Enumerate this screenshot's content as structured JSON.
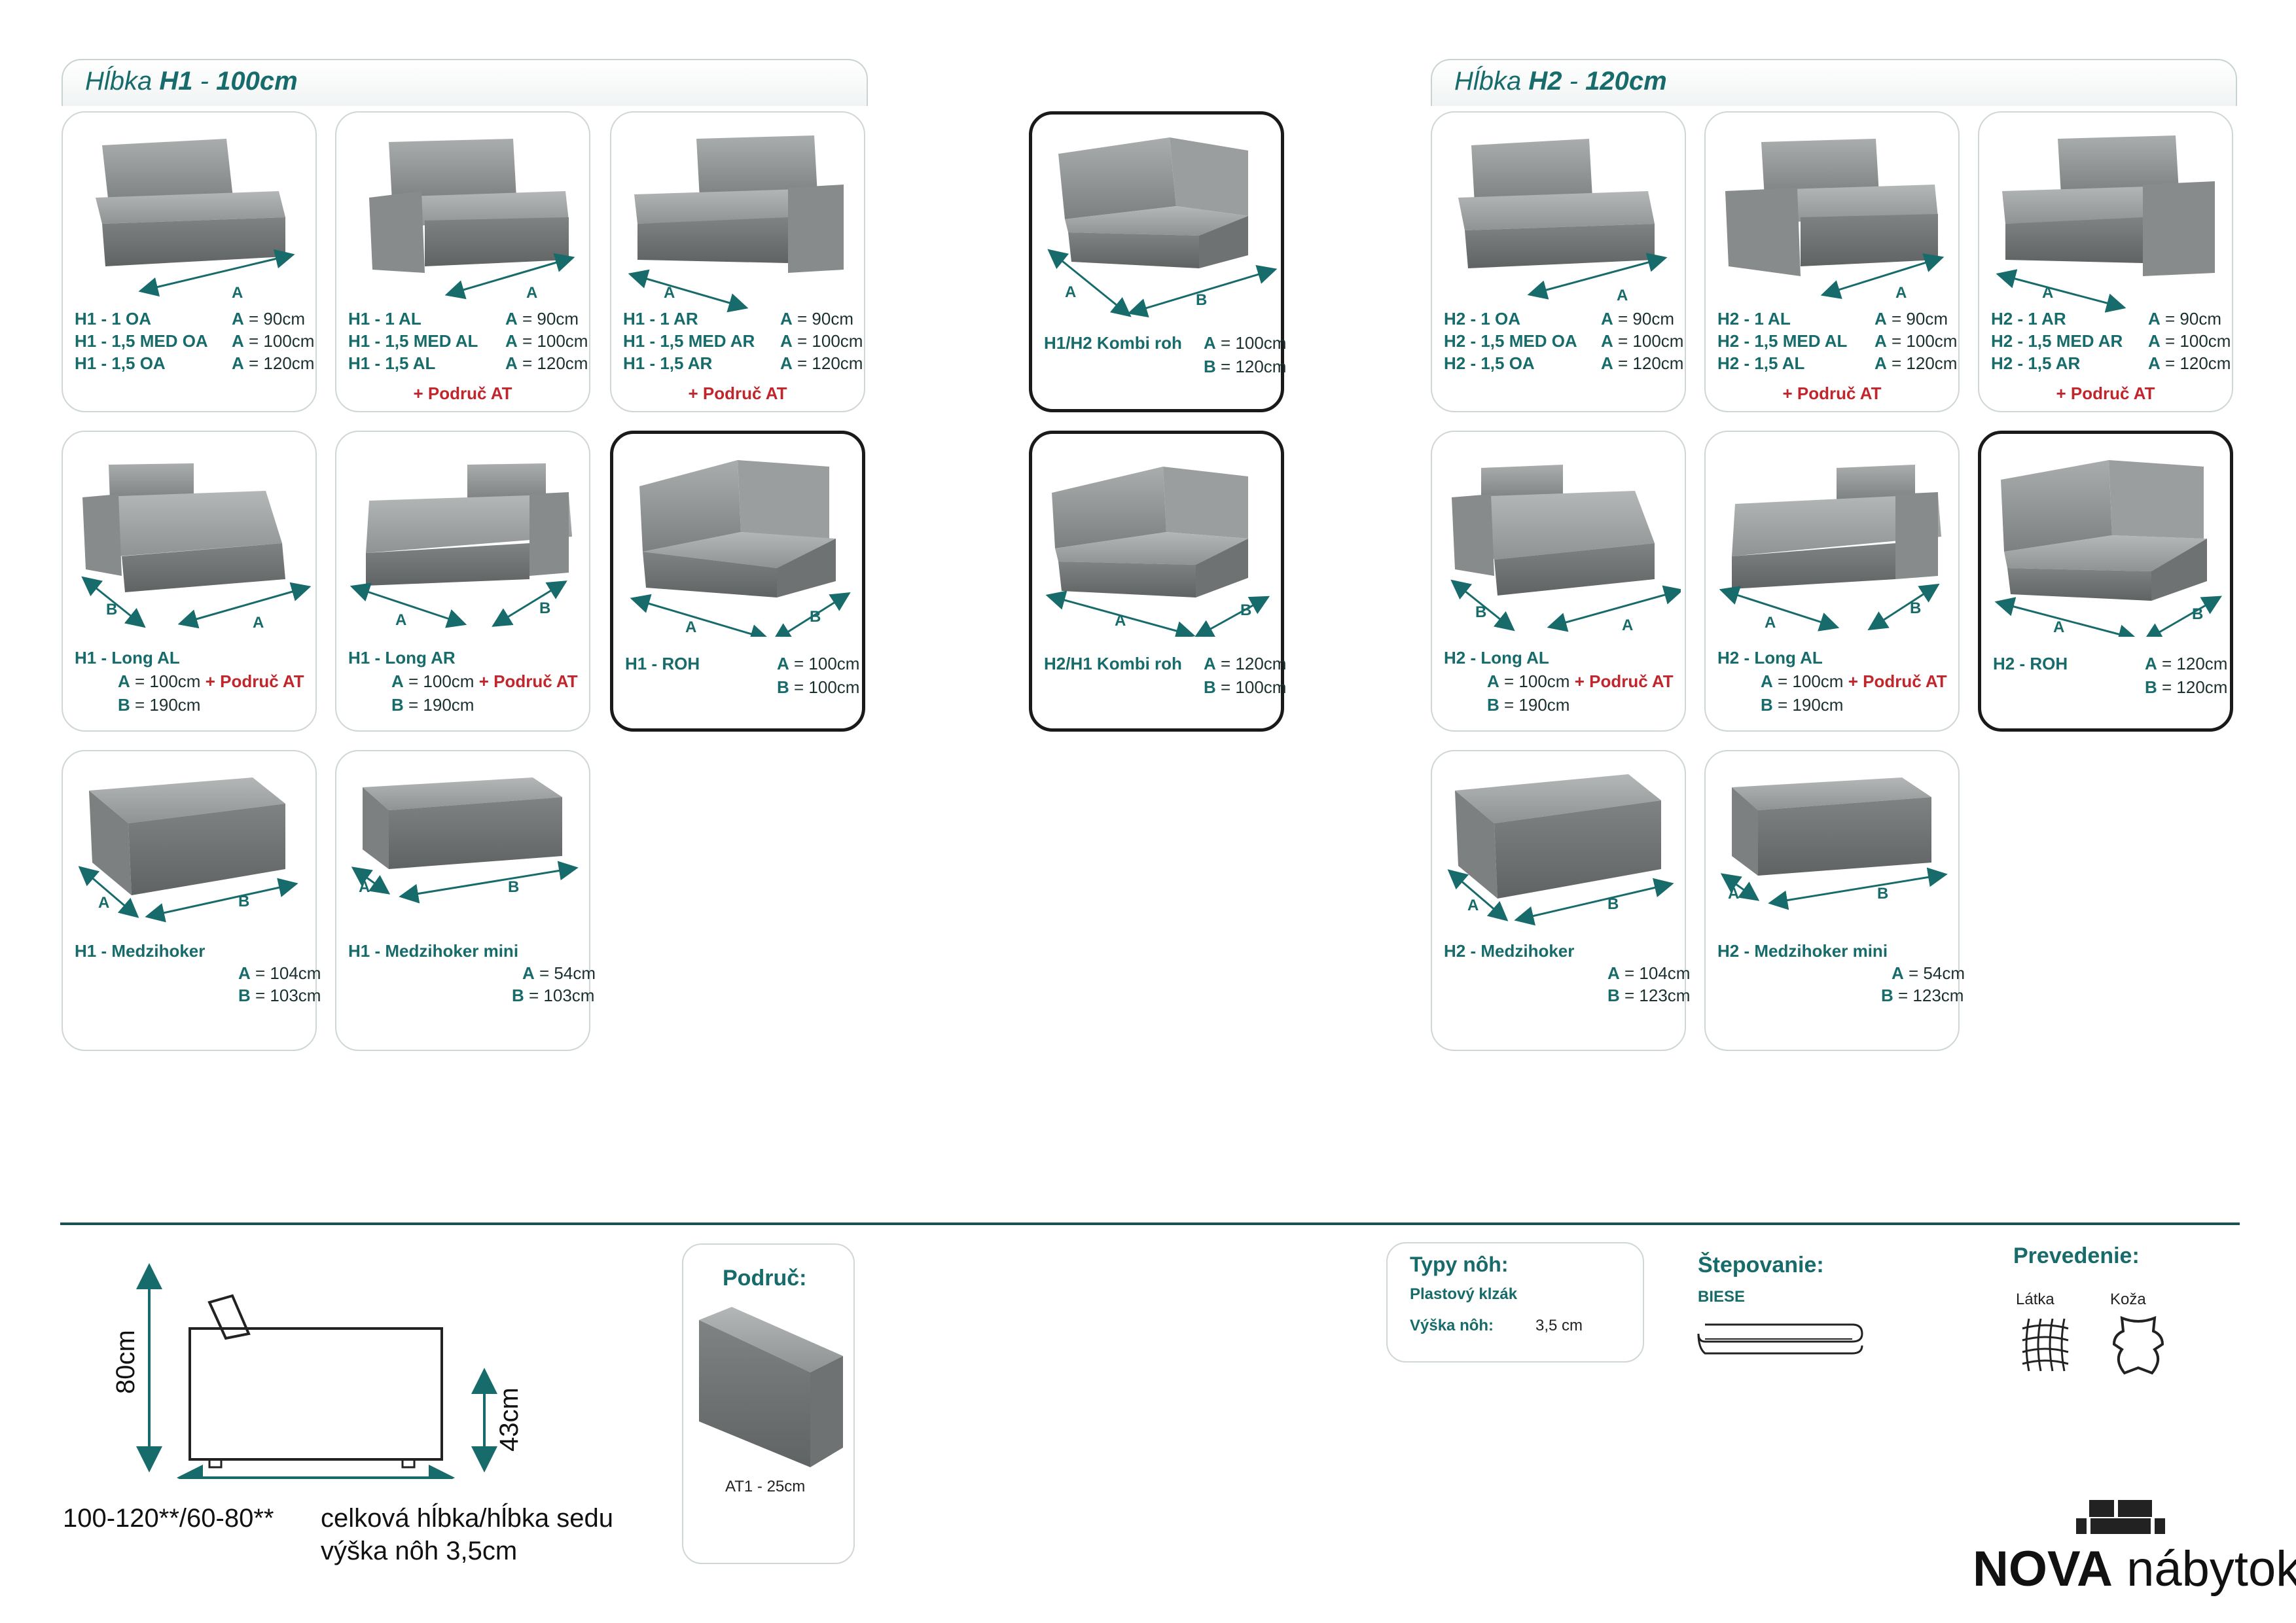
{
  "groups": {
    "h1": {
      "prefix": "Hĺbka",
      "code": "H1",
      "dash": " - ",
      "depth": "100cm"
    },
    "h2": {
      "prefix": "Hĺbka",
      "code": "H2",
      "dash": " - ",
      "depth": "120cm"
    }
  },
  "cards": {
    "h1_oa": {
      "r1c": "H1 - 1 OA",
      "r1v": "90cm",
      "r2c": "H1 - 1,5 MED OA",
      "r2v": "100cm",
      "r3c": "H1 - 1,5 OA",
      "r3v": "120cm"
    },
    "h1_al": {
      "r1c": "H1 - 1 AL",
      "r1v": "90cm",
      "r2c": "H1 - 1,5 MED AL",
      "r2v": "100cm",
      "r3c": "H1 - 1,5 AL",
      "r3v": "120cm",
      "extra": "+ Područ AT"
    },
    "h1_ar": {
      "r1c": "H1 - 1 AR",
      "r1v": "90cm",
      "r2c": "H1 - 1,5 MED AR",
      "r2v": "100cm",
      "r3c": "H1 - 1,5 AR",
      "r3v": "120cm",
      "extra": "+ Područ AT"
    },
    "h1_longal": {
      "code": "H1 - Long AL",
      "a": "100cm",
      "extra": "+ Područ AT",
      "b": "190cm"
    },
    "h1_longar": {
      "code": "H1 - Long AR",
      "a": "100cm",
      "extra": "+ Područ AT",
      "b": "190cm"
    },
    "h1_roh": {
      "code": "H1 - ROH",
      "a": "100cm",
      "b": "100cm"
    },
    "h1_med": {
      "code": "H1 - Medzihoker",
      "a": "104cm",
      "b": "103cm"
    },
    "h1_mini": {
      "code": "H1 - Medzihoker mini",
      "a": "54cm",
      "b": "103cm"
    },
    "k12": {
      "code": "H1/H2 Kombi roh",
      "a": "100cm",
      "b": "120cm"
    },
    "k21": {
      "code": "H2/H1 Kombi roh",
      "a": "120cm",
      "b": "100cm"
    },
    "h2_oa": {
      "r1c": "H2 - 1 OA",
      "r1v": "90cm",
      "r2c": "H2 - 1,5 MED OA",
      "r2v": "100cm",
      "r3c": "H2 - 1,5 OA",
      "r3v": "120cm"
    },
    "h2_al": {
      "r1c": "H2 - 1 AL",
      "r1v": "90cm",
      "r2c": "H2 - 1,5 MED AL",
      "r2v": "100cm",
      "r3c": "H2 - 1,5 AL",
      "r3v": "120cm",
      "extra": "+ Područ AT"
    },
    "h2_ar": {
      "r1c": "H2 - 1 AR",
      "r1v": "90cm",
      "r2c": "H2 - 1,5 MED AR",
      "r2v": "100cm",
      "r3c": "H2 - 1,5 AR",
      "r3v": "120cm",
      "extra": "+ Područ AT"
    },
    "h2_longal": {
      "code": "H2 - Long AL",
      "a": "100cm",
      "extra": "+ Područ AT",
      "b": "190cm"
    },
    "h2_longal2": {
      "code": "H2 - Long AL",
      "a": "100cm",
      "extra": "+ Područ AT",
      "b": "190cm"
    },
    "h2_roh": {
      "code": "H2 - ROH",
      "a": "120cm",
      "b": "120cm"
    },
    "h2_med": {
      "code": "H2 - Medzihoker",
      "a": "104cm",
      "b": "123cm"
    },
    "h2_mini": {
      "code": "H2 - Medzihoker mini",
      "a": "54cm",
      "b": "123cm"
    }
  },
  "labels": {
    "a": "A",
    "b": "B",
    "eq": " = "
  },
  "dims": {
    "height": "80cm",
    "seat": "43cm",
    "depth": "100-120**/60-80**",
    "depth_desc": "celková hĺbka/hĺbka sedu",
    "legs": "výška nôh 3,5cm"
  },
  "armrest": {
    "title": "Područ:",
    "item": "AT1 - 25cm"
  },
  "legs": {
    "title": "Typy nôh:",
    "type": "Plastový klzák",
    "height_label": "Výška nôh:",
    "height_value": "3,5 cm"
  },
  "stitching": {
    "title": "Štepovanie:",
    "type": "BIESE"
  },
  "version": {
    "title": "Prevedenie:",
    "fabric": "Látka",
    "leather": "Koža"
  },
  "brand": {
    "name": "NOVA",
    "suffix": "nábytok"
  },
  "colors": {
    "teal": "#176b6b",
    "red": "#c0262c",
    "sofa": "#8d9090"
  }
}
